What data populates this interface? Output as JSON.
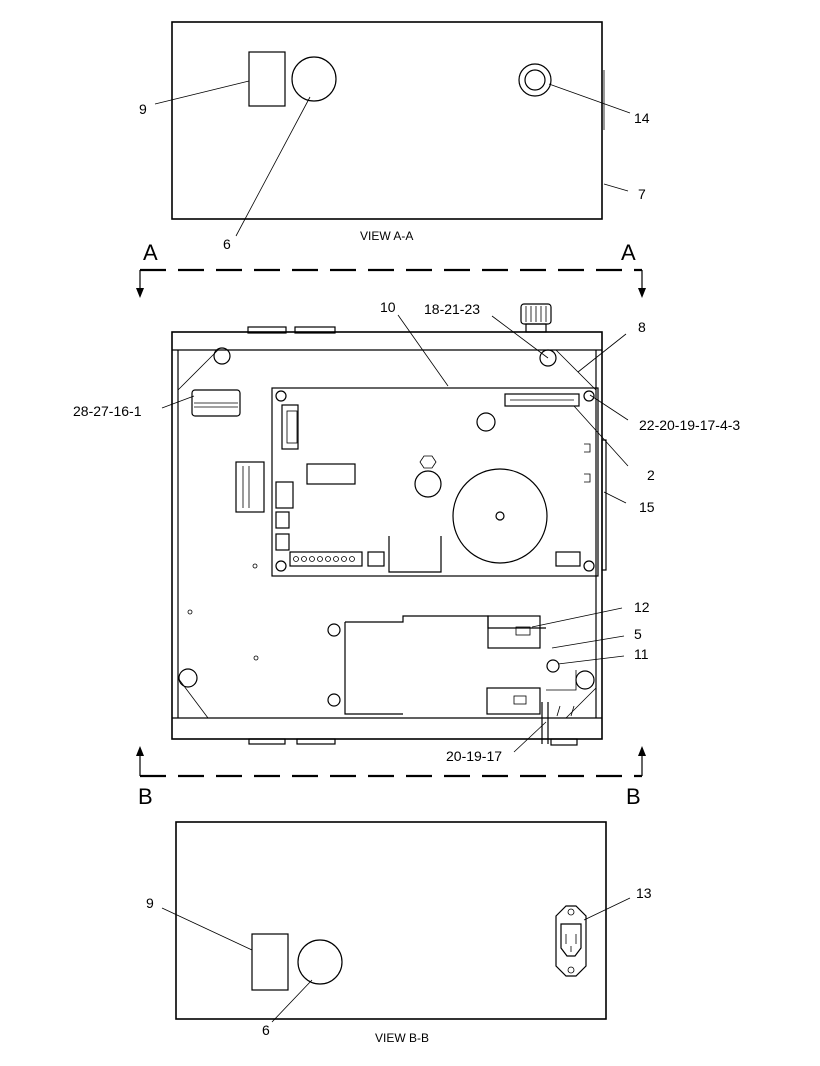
{
  "views": {
    "top_caption": "VIEW A-A",
    "bottom_caption": "VIEW B-B"
  },
  "section_marks": {
    "a_left": "A",
    "a_right": "A",
    "b_left": "B",
    "b_right": "B"
  },
  "callouts": {
    "top_9": "9",
    "top_14": "14",
    "top_7": "7",
    "top_6": "6",
    "c_10": "10",
    "c_18_21_23": "18-21-23",
    "c_8": "8",
    "c_28_27_16_1": "28-27-16-1",
    "c_22_20_19_17_4_3": "22-20-19-17-4-3",
    "c_2": "2",
    "c_15": "15",
    "c_12": "12",
    "c_5": "5",
    "c_11": "11",
    "c_20_19_17": "20-19-17",
    "bot_9": "9",
    "bot_13": "13",
    "bot_6": "6"
  }
}
